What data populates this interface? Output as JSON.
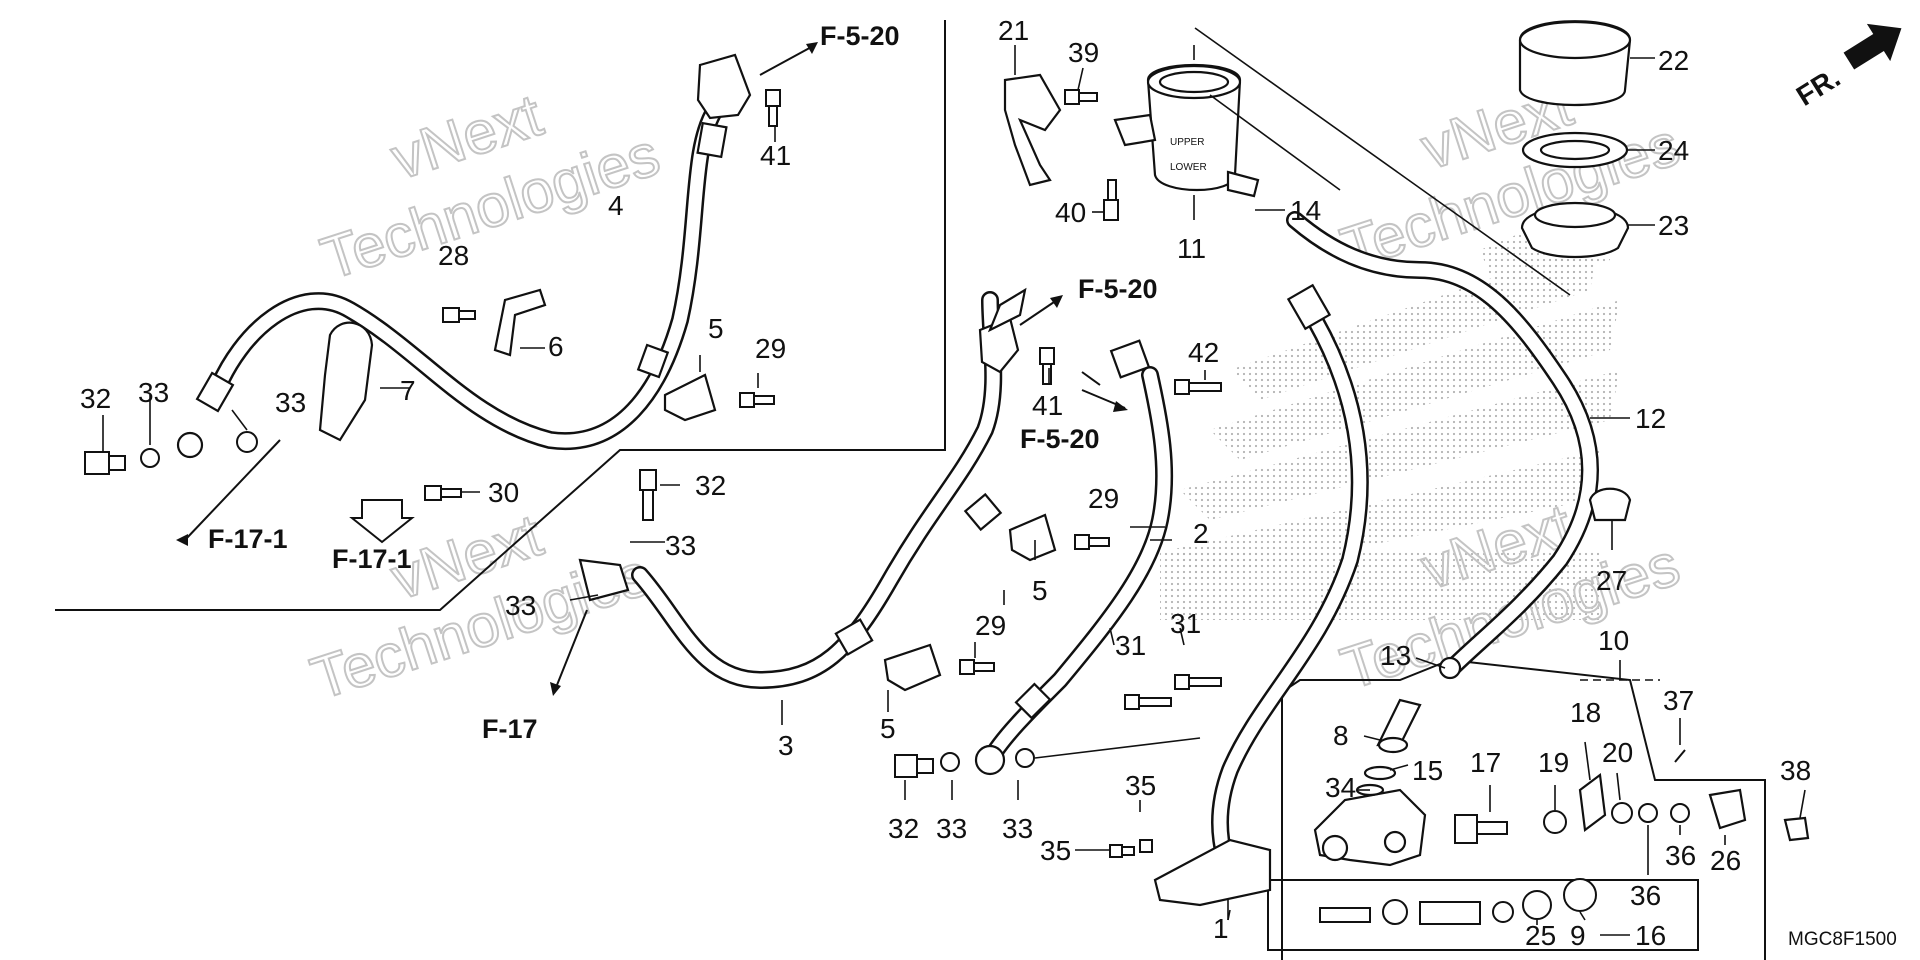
{
  "diagram": {
    "part_labels": [
      "1",
      "2",
      "3",
      "4",
      "5",
      "5",
      "5",
      "6",
      "7",
      "8",
      "9",
      "10",
      "11",
      "12",
      "13",
      "14",
      "15",
      "16",
      "17",
      "18",
      "19",
      "20",
      "21",
      "22",
      "23",
      "24",
      "25",
      "26",
      "27",
      "28",
      "29",
      "29",
      "29",
      "30",
      "31",
      "31",
      "32",
      "32",
      "32",
      "33",
      "33",
      "33",
      "33",
      "33",
      "33",
      "34",
      "35",
      "35",
      "36",
      "36",
      "37",
      "38",
      "39",
      "40",
      "41",
      "41",
      "42"
    ],
    "references": [
      "F-5-20",
      "F-5-20",
      "F-5-20",
      "F-17-1",
      "F-17-1",
      "F-17"
    ],
    "diagram_code": "MGC8F1500",
    "direction_label": "FR.",
    "watermark": [
      "vNext",
      "Technologies"
    ]
  }
}
